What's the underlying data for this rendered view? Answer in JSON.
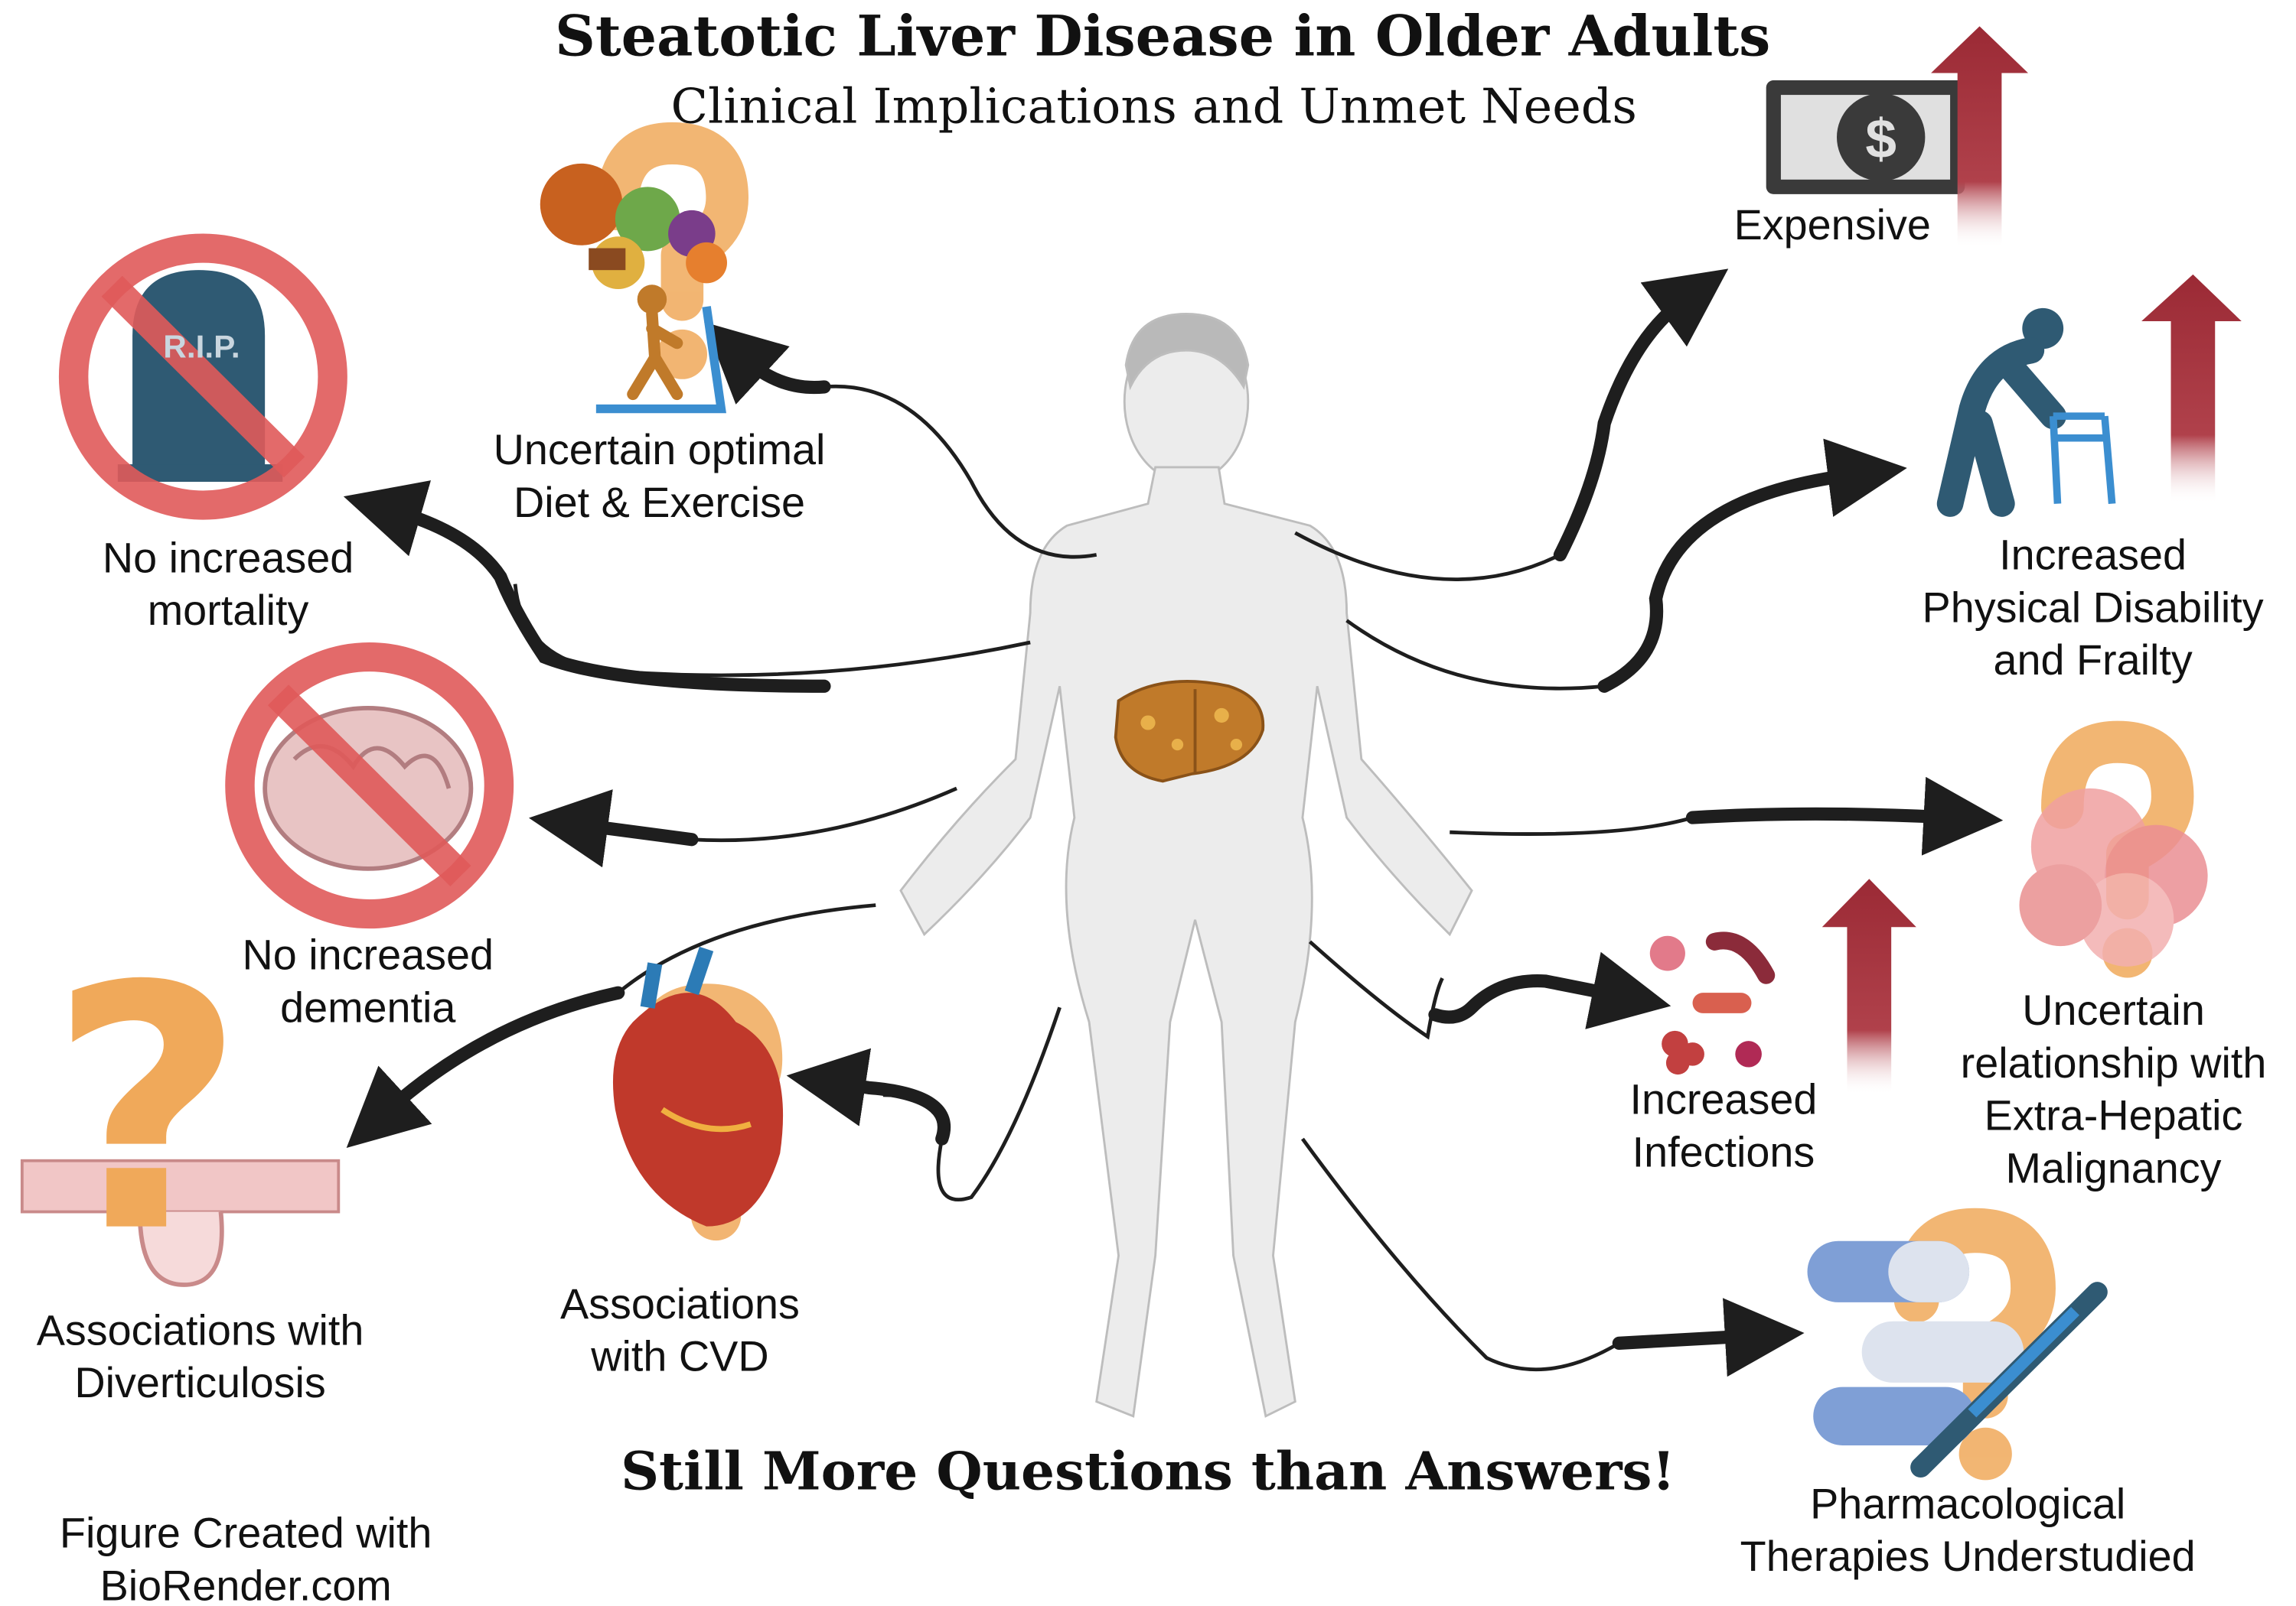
{
  "title": "Steatotic Liver Disease in Older Adults",
  "subtitle": "Clinical Implications and Unmet Needs",
  "footer_message": "Still More Questions than Answers!",
  "credit": [
    "Figure Created with",
    "BioRender.com"
  ],
  "tombstone_text": "R.I.P.",
  "currency_symbol": "$",
  "question_mark": "?",
  "items": {
    "diet": [
      "Uncertain optimal",
      "Diet & Exercise"
    ],
    "mortality": [
      "No increased",
      "mortality"
    ],
    "dementia": [
      "No increased",
      "dementia"
    ],
    "diverticulosis": [
      "Associations with",
      "Diverticulosis"
    ],
    "cvd": [
      "Associations",
      "with CVD"
    ],
    "expensive": [
      "Expensive"
    ],
    "frailty": [
      "Increased",
      "Physical Disability",
      "and Frailty"
    ],
    "malignancy": [
      "Uncertain",
      "relationship with",
      "Extra-Hepatic",
      "Malignancy"
    ],
    "infections": [
      "Increased",
      "Infections"
    ],
    "pharma": [
      "Pharmacological",
      "Therapies Understudied"
    ]
  },
  "colors": {
    "prohibition": "#e05a5a",
    "question": "#f0a95a",
    "increase_arrow": "#9b2a35",
    "figure_blue": "#2f5a73",
    "liver": "#c07a2a"
  }
}
